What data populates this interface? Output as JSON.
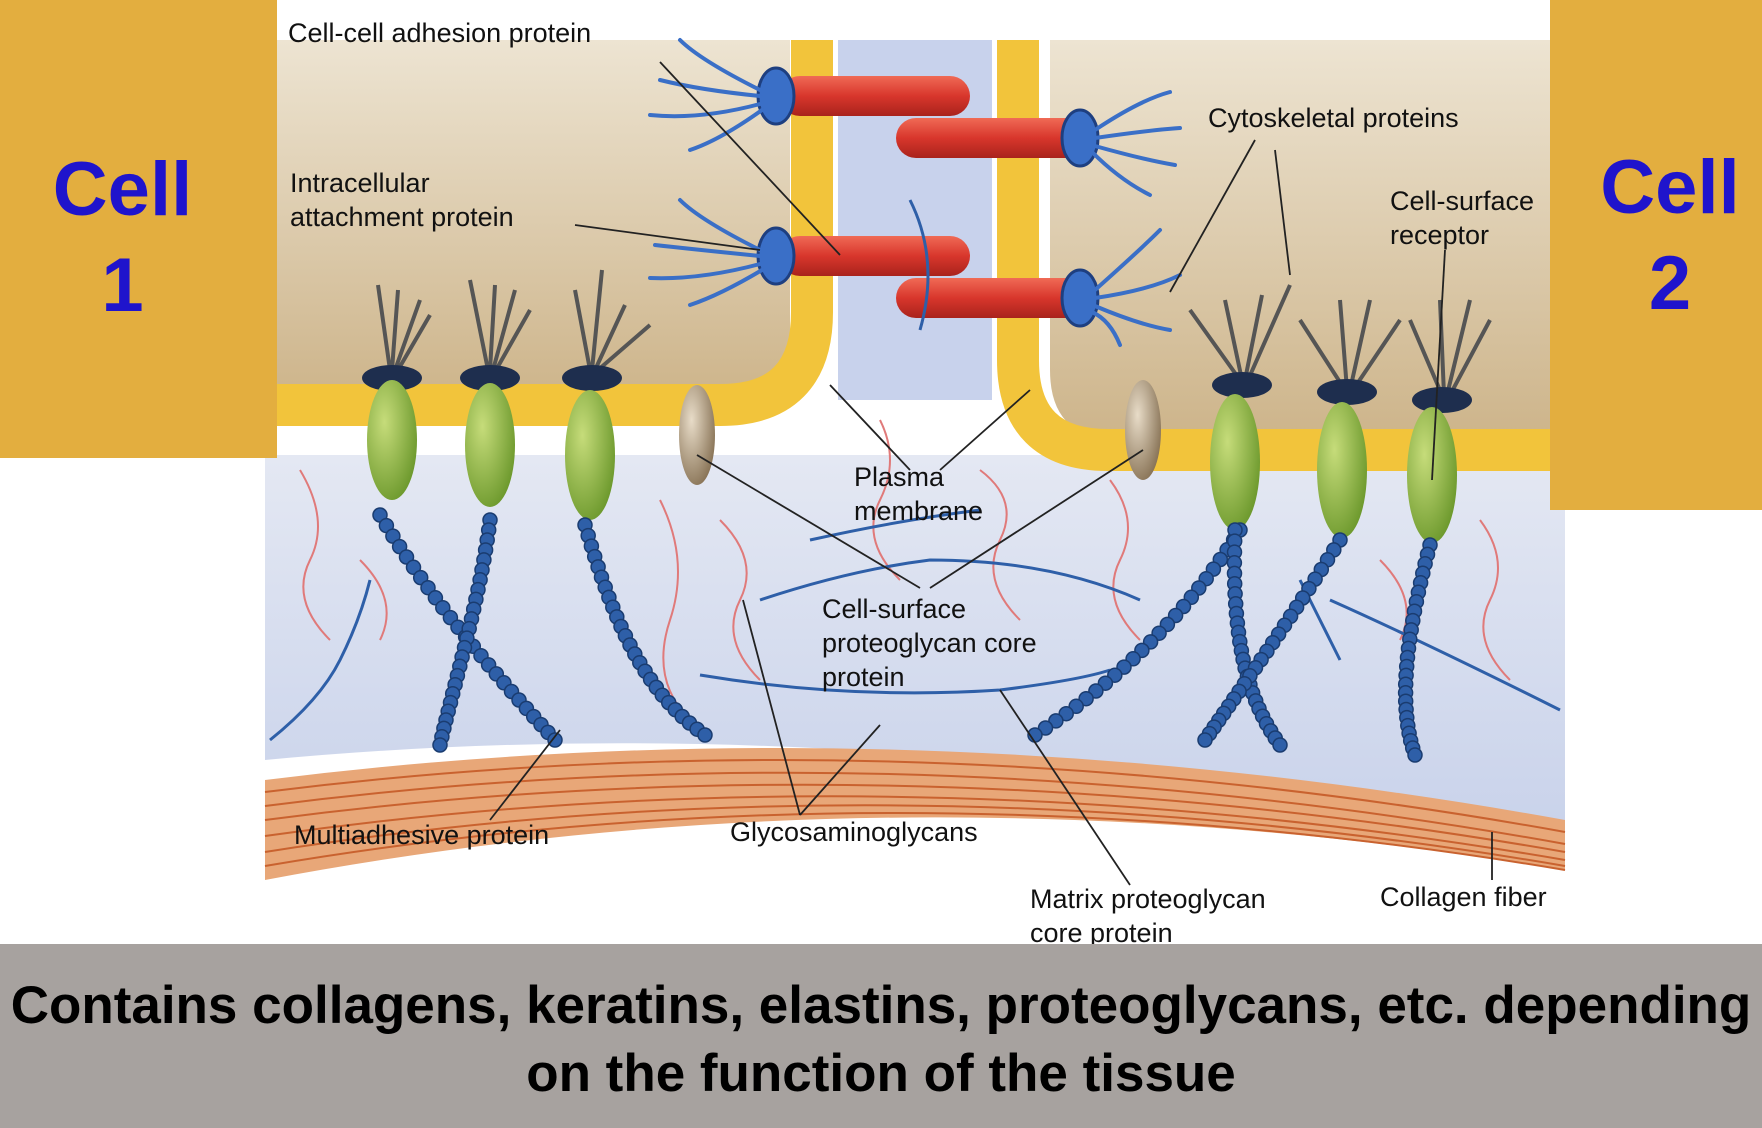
{
  "cells": {
    "cell1": "Cell\n1",
    "cell2": "Cell\n2"
  },
  "caption": "Contains collagens, keratins, elastins, proteoglycans, etc. depending on the function of the tissue",
  "labels": {
    "cell_cell_adhesion": "Cell-cell adhesion protein",
    "intracellular_attachment": "Intracellular\nattachment protein",
    "cytoskeletal": "Cytoskeletal proteins",
    "cell_surface_receptor": "Cell-surface\nreceptor",
    "plasma_membrane": "Plasma\nmembrane",
    "cell_surface_proteoglycan": "Cell-surface\nproteoglycan core\nprotein",
    "multiadhesive": "Multiadhesive protein",
    "glycosaminoglycans": "Glycosaminoglycans",
    "matrix_proteoglycan": "Matrix proteoglycan\ncore protein",
    "collagen_fiber": "Collagen fiber"
  },
  "colors": {
    "cell_box": "#E3AE3F",
    "cell_text": "#1F14CC",
    "caption_bar": "#A7A29F",
    "membrane": "#F2C43B",
    "cytoplasm": "#D9C4A0",
    "matrix": "#D4DCEE",
    "adhesion_protein": "#D8362C",
    "attachment_protein": "#3A6FC7",
    "receptor": "#8FB53E",
    "collagen": "#E8A778",
    "beads": "#2E5FA8"
  }
}
